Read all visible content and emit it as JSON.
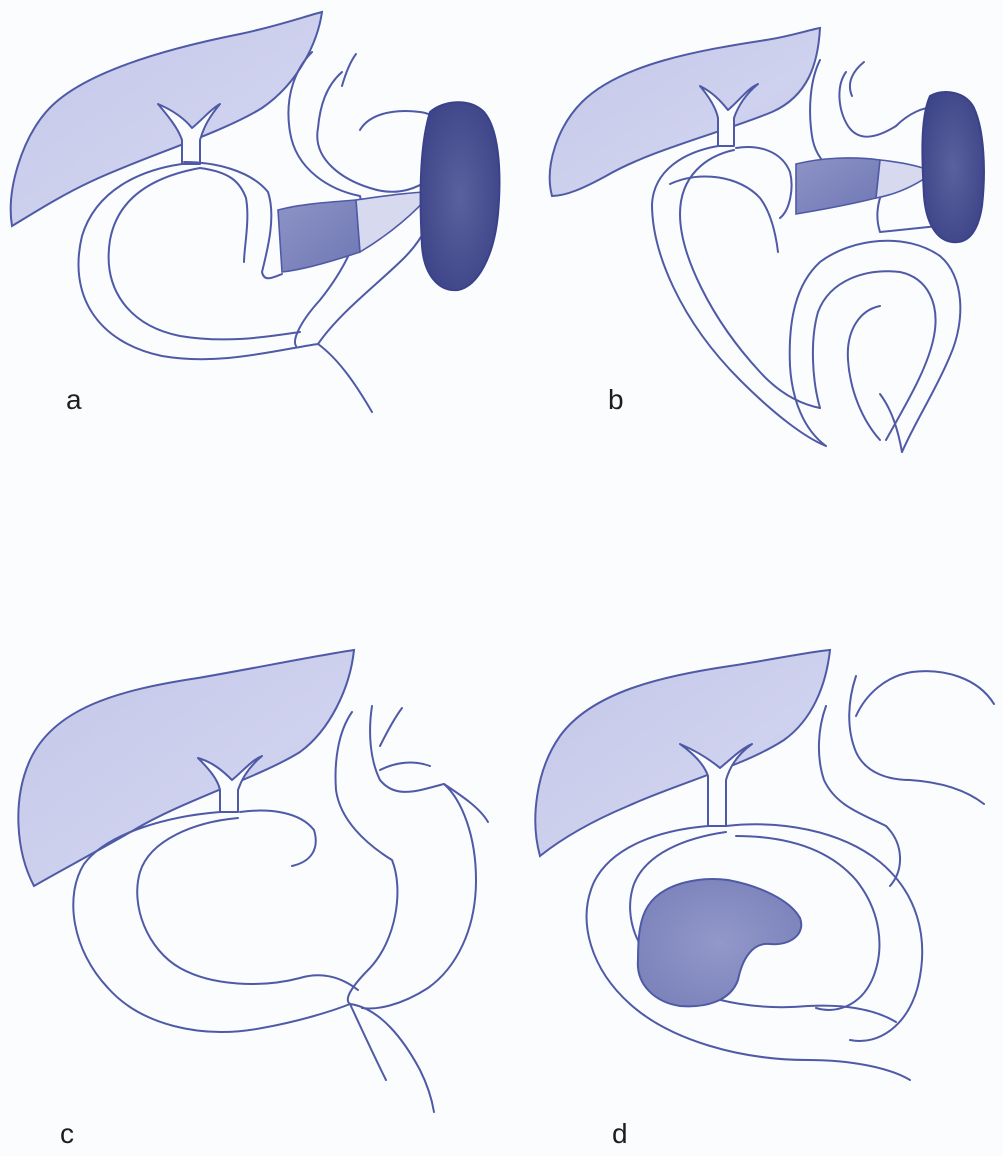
{
  "colors": {
    "paper": "#fbfcfe",
    "pencil": "#4f5aa6",
    "liver_shade": "#c8cbe9",
    "spleen_shade": "#4a5296",
    "pancreas_shade": "#7d84bd"
  },
  "panels": [
    {
      "id": "a",
      "label": "a"
    },
    {
      "id": "b",
      "label": "b"
    },
    {
      "id": "c",
      "label": "c"
    },
    {
      "id": "d",
      "label": "d"
    }
  ]
}
